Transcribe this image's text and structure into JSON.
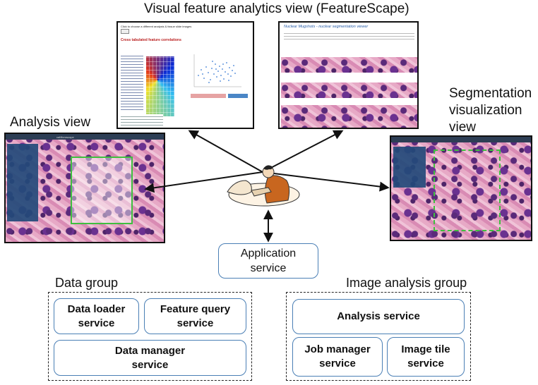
{
  "titles": {
    "feature_analytics": "Visual feature analytics view (FeatureScape)",
    "analysis_view": "Analysis view",
    "segmentation_view": "Segmentation\nvisualization\nview",
    "data_group": "Data group",
    "image_analysis_group": "Image analysis group"
  },
  "services": {
    "application": "Application\nservice",
    "data_loader": "Data loader\nservice",
    "feature_query": "Feature query\nservice",
    "data_manager": "Data manager\nservice",
    "analysis": "Analysis service",
    "job_manager": "Job manager\nservice",
    "image_tile": "Image tile\nservice"
  },
  "screens": {
    "featurescape_left": "Cross tabulated feature correlations",
    "nuclear_title": "Nuclear Mugshots - nuclear segmentation viewer",
    "camicroscope": "caMicroscope"
  },
  "colors": {
    "box_border": "#4a7fb5",
    "selection": "#3fbf3f",
    "arrow": "#111111"
  }
}
